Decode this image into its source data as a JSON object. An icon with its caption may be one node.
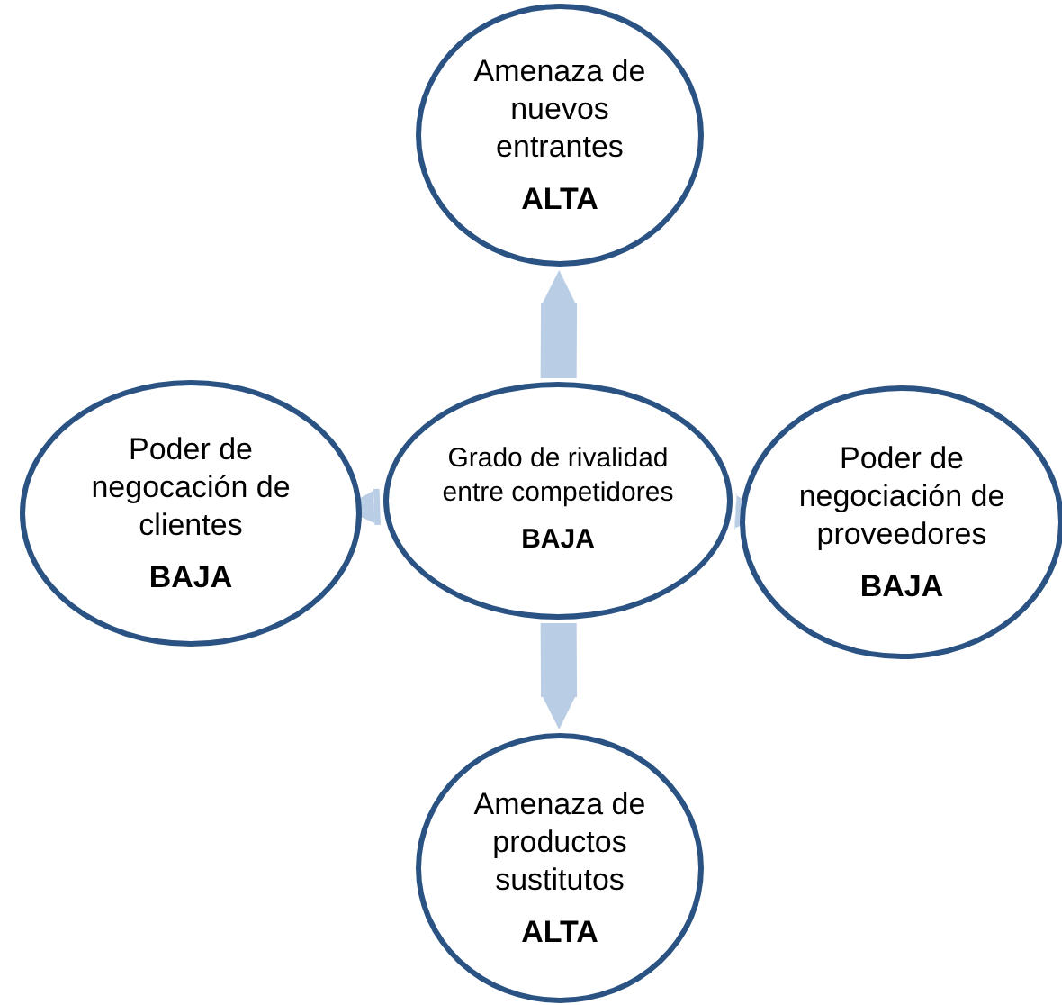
{
  "diagram": {
    "nodes": [
      {
        "text": [
          "Amenaza de nuevos entrantes",
          "ALTA"
        ]
      },
      {
        "text": [
          "Poder de negocación de clientes",
          "BAJA"
        ]
      },
      {
        "text": [
          "Grado de rivalidad entre competidores",
          "BAJA"
        ]
      },
      {
        "text": [
          "Poder de negociación de proveedores",
          "BAJA"
        ]
      },
      {
        "text": [
          "Amenaza de productos sustitutos",
          "ALTA"
        ]
      }
    ],
    "edges": [
      {
        "from": 2,
        "to": 0,
        "arrow": "to"
      },
      {
        "from": 2,
        "to": 1,
        "arrow": "to"
      },
      {
        "from": 2,
        "to": 3,
        "arrow": "to"
      },
      {
        "from": 2,
        "to": 4,
        "arrow": "to"
      }
    ]
  }
}
